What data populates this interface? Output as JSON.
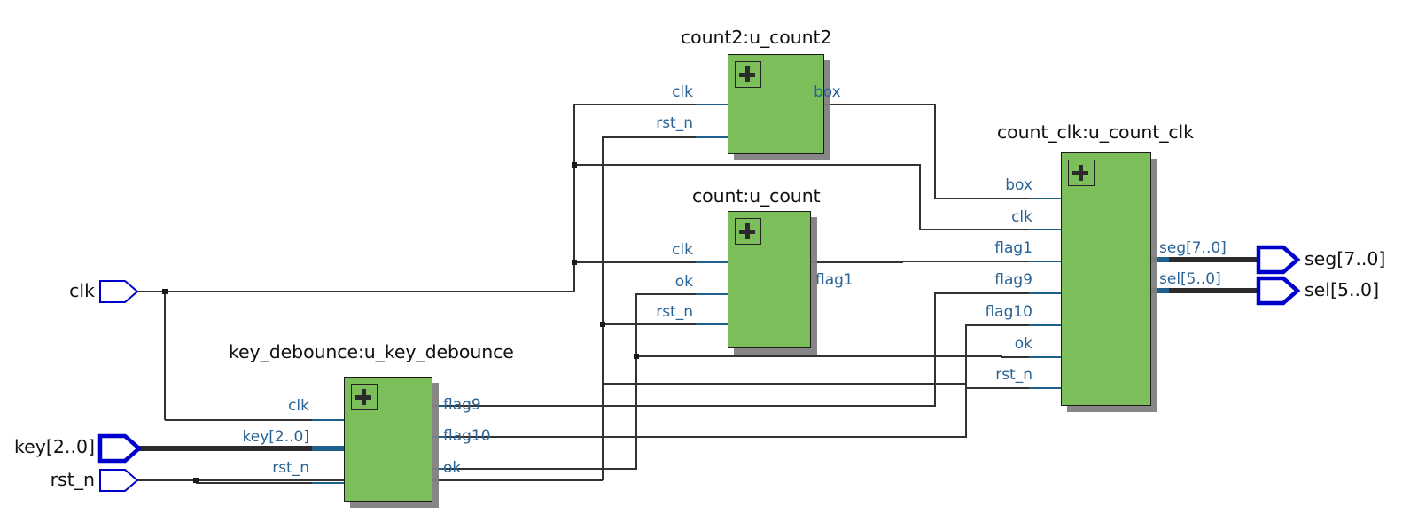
{
  "diagram": {
    "title": "RTL schematic",
    "background": "#ffffff",
    "block_fill": "#7cbf5a",
    "block_border": "#1a1a1a",
    "pin_label_color": "#2a6496",
    "port_color": "#0000cc",
    "wire_color": "#333333",
    "bus_color": "#2b2b2b"
  },
  "input_ports": [
    {
      "name": "clk",
      "label": "clk",
      "bus": false
    },
    {
      "name": "key",
      "label": "key[2..0]",
      "bus": true
    },
    {
      "name": "rst_n",
      "label": "rst_n",
      "bus": false
    }
  ],
  "output_ports": [
    {
      "name": "seg",
      "label": "seg[7..0]",
      "bus": true
    },
    {
      "name": "sel",
      "label": "sel[5..0]",
      "bus": true
    }
  ],
  "blocks": [
    {
      "id": "count2",
      "title": "count2:u_count2",
      "inputs": [
        "clk",
        "rst_n"
      ],
      "outputs": [
        "box"
      ],
      "badge": "plus-icon"
    },
    {
      "id": "count",
      "title": "count:u_count",
      "inputs": [
        "clk",
        "ok",
        "rst_n"
      ],
      "outputs": [
        "flag1"
      ],
      "badge": "plus-icon"
    },
    {
      "id": "key_debounce",
      "title": "key_debounce:u_key_debounce",
      "inputs": [
        "clk",
        "key[2..0]",
        "rst_n"
      ],
      "outputs": [
        "flag9",
        "flag10",
        "ok"
      ],
      "badge": "plus-icon"
    },
    {
      "id": "count_clk",
      "title": "count_clk:u_count_clk",
      "inputs": [
        "box",
        "clk",
        "flag1",
        "flag9",
        "flag10",
        "ok",
        "rst_n"
      ],
      "outputs": [
        "seg[7..0]",
        "sel[5..0]"
      ],
      "badge": "plus-icon"
    }
  ],
  "wire_net_labels": {
    "count2_out": "box",
    "count_out": "flag1",
    "kd_out_1": "flag9",
    "kd_out_2": "flag10",
    "kd_out_3": "ok"
  }
}
